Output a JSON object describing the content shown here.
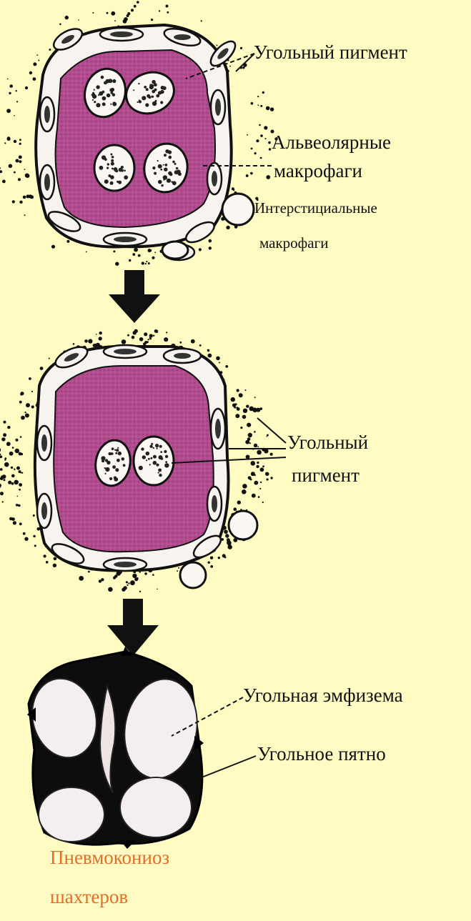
{
  "diagram": {
    "stage1": {
      "label_coal_pigment": "Угольный пигмент",
      "label_alveolar_macrophages_1": "Альвеолярные",
      "label_alveolar_macrophages_2": "макрофаги",
      "label_interstitial_macrophages_1": "Интерстициальные",
      "label_interstitial_macrophages_2": "макрофаги"
    },
    "stage2": {
      "label_coal_pigment_1": "Угольный",
      "label_coal_pigment_2": "пигмент"
    },
    "stage3": {
      "label_coal_emphysema": "Угольная эмфизема",
      "label_coal_spot": "Угольное пятно"
    },
    "caption_1": "Пневмокониоз",
    "caption_2": "шахтеров"
  },
  "colors": {
    "background": "#fffbc2",
    "cytoplasm": "#b14c8e",
    "caption": "#e0702a",
    "ink": "#111111"
  }
}
